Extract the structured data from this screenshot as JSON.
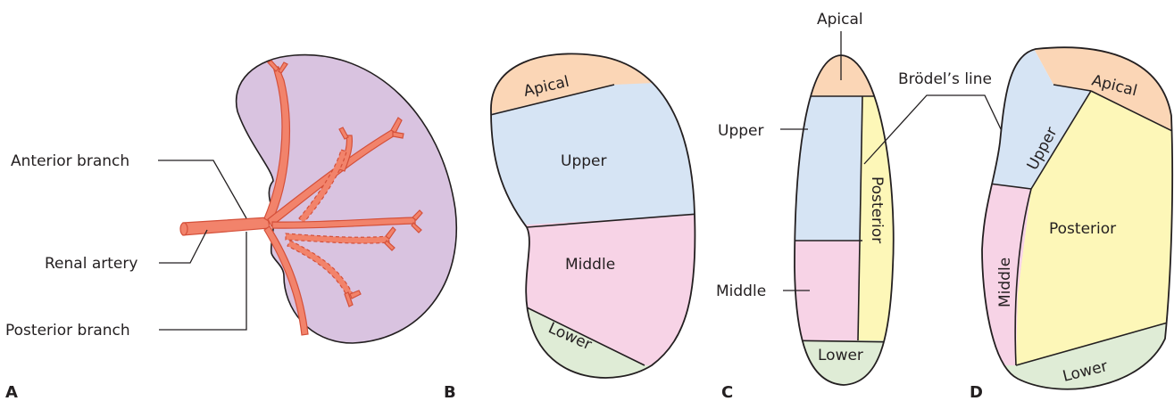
{
  "panels": {
    "a": {
      "letter": "A",
      "labels": {
        "anterior": "Anterior branch",
        "renal": "Renal artery",
        "posterior": "Posterior branch"
      }
    },
    "b": {
      "letter": "B",
      "segments": {
        "apical": "Apical",
        "upper": "Upper",
        "middle": "Middle",
        "lower": "Lower"
      }
    },
    "c": {
      "letter": "C",
      "segments": {
        "apical": "Apical",
        "upper": "Upper",
        "middle": "Middle",
        "lower": "Lower",
        "posterior": "Posterior"
      },
      "brodel": "Brödel’s line"
    },
    "d": {
      "letter": "D",
      "segments": {
        "apical": "Apical",
        "upper": "Upper",
        "middle": "Middle",
        "lower": "Lower",
        "posterior": "Posterior"
      }
    }
  },
  "colors": {
    "kidney": "#d9c3e0",
    "apical": "#fbd6b6",
    "upper": "#d6e4f4",
    "middle": "#f7d3e6",
    "lower": "#dfecd6",
    "posterior": "#fdf7b8",
    "artery": "#f2836b"
  }
}
